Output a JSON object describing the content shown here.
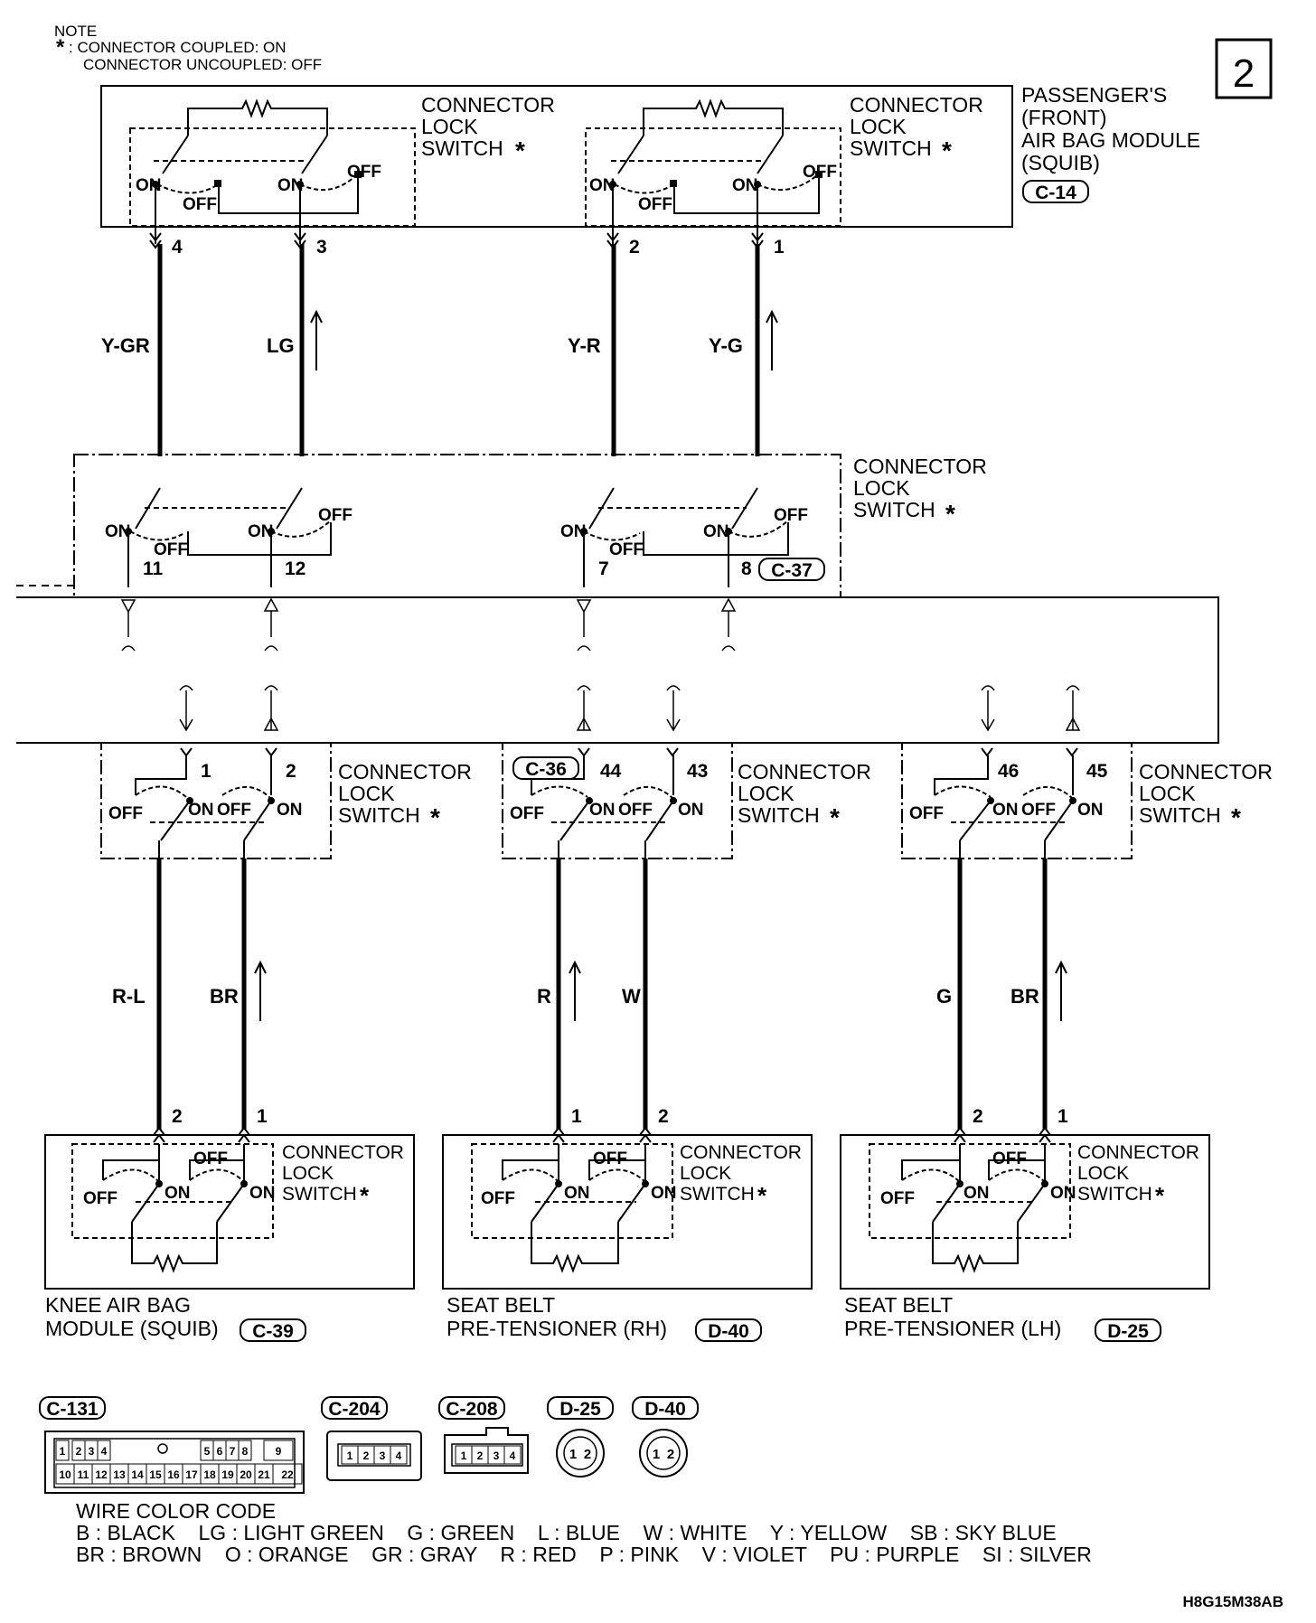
{
  "diagram_id": "2",
  "note": {
    "title": "NOTE",
    "coupled": "CONNECTOR COUPLED: ON",
    "uncoupled": "CONNECTOR UNCOUPLED: OFF",
    "star": "*"
  },
  "switch_label": {
    "l1": "CONNECTOR",
    "l2": "LOCK",
    "l3": "SWITCH"
  },
  "switch_states": {
    "on": "ON",
    "off": "OFF"
  },
  "components": {
    "passenger": {
      "l1": "PASSENGER'S",
      "l2": "(FRONT)",
      "l3": "AIR BAG MODULE",
      "l4": "(SQUIB)",
      "connector": "C-14"
    },
    "knee": {
      "l1": "KNEE AIR BAG",
      "l2": "MODULE (SQUIB)",
      "connector": "C-39"
    },
    "rh": {
      "l1": "SEAT BELT",
      "l2": "PRE-TENSIONER (RH)",
      "connector": "D-40"
    },
    "lh": {
      "l1": "SEAT BELT",
      "l2": "PRE-TENSIONER (LH)",
      "connector": "D-25"
    },
    "mid_connector": "C-37",
    "lower_connector": "C-36"
  },
  "pins": {
    "top": [
      "4",
      "3",
      "2",
      "1"
    ],
    "mid": [
      "11",
      "12",
      "7",
      "8"
    ],
    "lower": [
      "1",
      "2",
      "44",
      "43",
      "46",
      "45"
    ],
    "bottom": [
      "2",
      "1",
      "1",
      "2",
      "2",
      "1"
    ]
  },
  "wires": {
    "upper": [
      "Y-GR",
      "LG",
      "Y-R",
      "Y-G"
    ],
    "lower": [
      "R-L",
      "BR",
      "R",
      "W",
      "G",
      "BR"
    ]
  },
  "connector_views": [
    {
      "code": "C-131",
      "pins_top": [
        "1",
        "2",
        "3",
        "4",
        "5",
        "6",
        "7",
        "8",
        "9"
      ],
      "pins_bottom": [
        "10",
        "11",
        "12",
        "13",
        "14",
        "15",
        "16",
        "17",
        "18",
        "19",
        "20",
        "21",
        "22"
      ]
    },
    {
      "code": "C-204",
      "pins": [
        "1",
        "2",
        "3",
        "4"
      ]
    },
    {
      "code": "C-208",
      "pins": [
        "1",
        "2",
        "3",
        "4"
      ]
    },
    {
      "code": "D-25",
      "pins": [
        "1",
        "2"
      ]
    },
    {
      "code": "D-40",
      "pins": [
        "1",
        "2"
      ]
    }
  ],
  "wire_color_code": {
    "title": "WIRE COLOR CODE",
    "row1": "B : BLACK    LG : LIGHT GREEN    G : GREEN    L : BLUE    W : WHITE    Y : YELLOW    SB : SKY BLUE",
    "row2": "BR : BROWN    O : ORANGE    GR : GRAY    R : RED    P : PINK    V : VIOLET    PU : PURPLE    SI : SILVER"
  },
  "figure_code": "H8G15M38AB"
}
